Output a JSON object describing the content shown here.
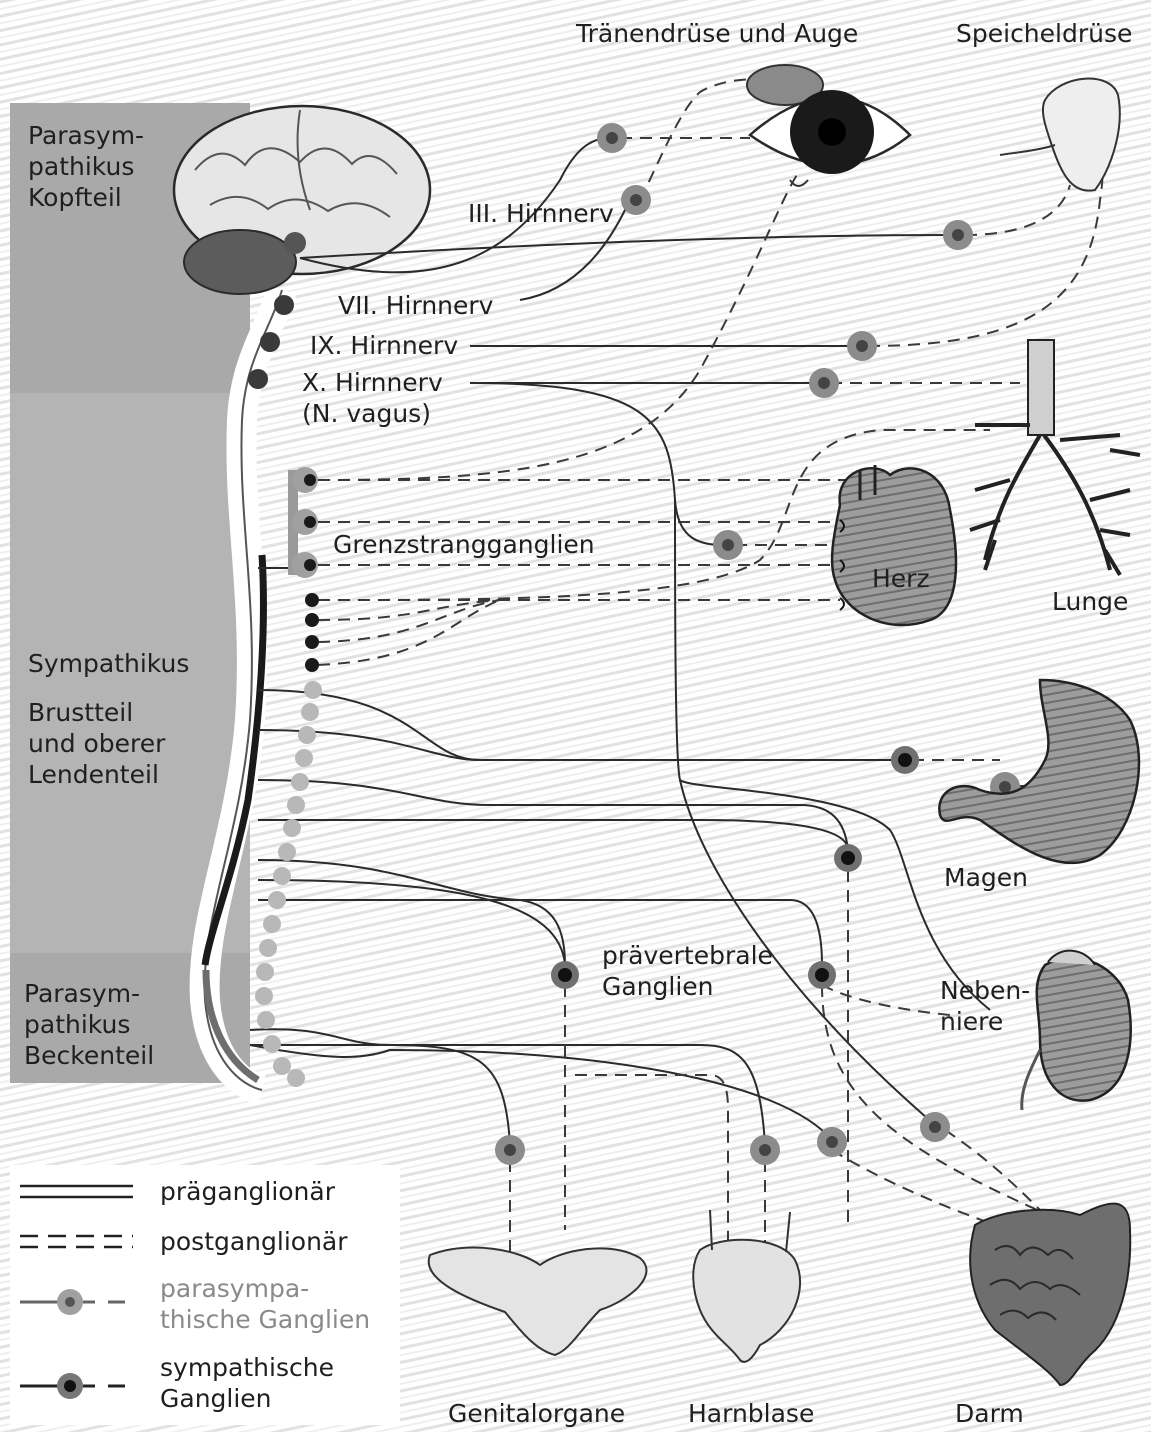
{
  "regions": {
    "head": "Parasym-\npathikus\nKopfteil",
    "thorax": "Sympathikus",
    "thorax_sub": "Brustteil\nund oberer\nLendenteil",
    "pelvis": "Parasym-\npathikus\nBeckenteil"
  },
  "nerves": {
    "n3": "III. Hirnnerv",
    "n7": "VII. Hirnnerv",
    "n9": "IX. Hirnnerv",
    "n10": "X. Hirnnerv",
    "n10_sub": "(N. vagus)"
  },
  "ganglia": {
    "chain": "Grenzstrangganglien",
    "prevertebral": "prävertebrale\nGanglien"
  },
  "organs": {
    "eye": "Tränendrüse und Auge",
    "salivary": "Speicheldrüse",
    "heart": "Herz",
    "lung": "Lunge",
    "stomach": "Magen",
    "adrenal": "Neben-\nniere",
    "genital": "Genitalorgane",
    "bladder": "Harnblase",
    "intestine": "Darm"
  },
  "legend": {
    "preganglionic": "präganglionär",
    "postganglionic": "postganglionär",
    "parasympathetic": "parasympa-\nthische Ganglien",
    "sympathetic": "sympathische\nGanglien"
  },
  "colors": {
    "panel": "#a9a9a9",
    "line": "#2b2b2b",
    "parasympathetic_ganglion": "#8c8c8c",
    "sympathetic_ganglion": "#1a1a1a"
  }
}
